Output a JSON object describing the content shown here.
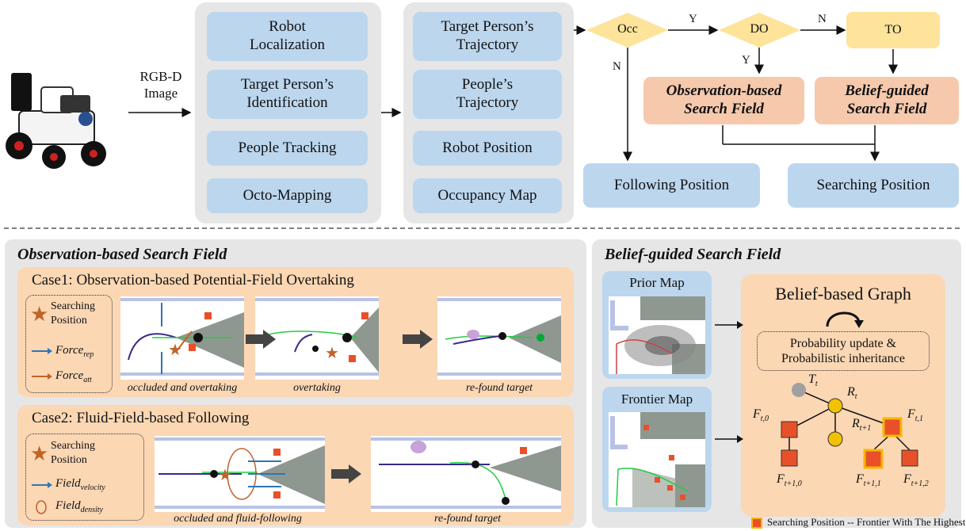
{
  "input": {
    "label": "RGB-D\nImage",
    "line1": "RGB-D",
    "line2": "Image"
  },
  "perception": {
    "items": [
      "Robot\nLocalization",
      "Target Person’s\nIdentification",
      "People Tracking",
      "Octo-Mapping"
    ]
  },
  "state": {
    "items": [
      "Target Person’s\nTrajectory",
      "People’s\nTrajectory",
      "Robot Position",
      "Occupancy Map"
    ]
  },
  "decision": {
    "occ": "Occ",
    "do": "DO",
    "to": "TO",
    "yes": "Y",
    "no": "N",
    "obs_field": "Observation-based\nSearch Field",
    "belief_field": "Belief-guided\nSearch Field",
    "following": "Following Position",
    "searching": "Searching Position"
  },
  "obs_section": {
    "title": "Observation-based Search Field",
    "case1": {
      "title": "Case1: Observation-based Potential-Field Overtaking",
      "legend": {
        "star": "Searching\nPosition",
        "rep_base": "Force",
        "rep_sub": "rep",
        "att_base": "Force",
        "att_sub": "att"
      },
      "captions": [
        "occluded and overtaking",
        "overtaking",
        "re-found target"
      ]
    },
    "case2": {
      "title": "Case2: Fluid-Field-based Following",
      "legend": {
        "star": "Searching\nPosition",
        "vel_base": "Field",
        "vel_sub": "velocity",
        "den_base": "Field",
        "den_sub": "density"
      },
      "captions": [
        "occluded and fluid-following",
        "re-found target"
      ]
    }
  },
  "belief_section": {
    "title": "Belief-guided Search Field",
    "prior_map": "Prior Map",
    "frontier_map": "Frontier Map",
    "graph_title": "Belief-based Graph",
    "update": "Probability update &\nProbabilistic inheritance",
    "nodes": {
      "T": {
        "base": "T",
        "sub": "t"
      },
      "R": {
        "base": "R",
        "sub": "t"
      },
      "R1": {
        "base": "R",
        "sub": "t+1"
      },
      "F0": {
        "base": "F",
        "sub": "t,0"
      },
      "F1": {
        "base": "F",
        "sub": "t,1"
      },
      "F10": {
        "base": "F",
        "sub": "t+1,0"
      },
      "F11": {
        "base": "F",
        "sub": "t+1,1"
      },
      "F12": {
        "base": "F",
        "sub": "t+1,2"
      }
    },
    "legend": "Searching Position -- Frontier With The Highest Belief"
  },
  "colors": {
    "blue_box": "#bcd6ee",
    "orange_box": "#f6c9ac",
    "case_panel": "#fbd7b4",
    "diamond": "#fde49a",
    "frontier": "#e8502a",
    "highlight": "#f5b800"
  }
}
